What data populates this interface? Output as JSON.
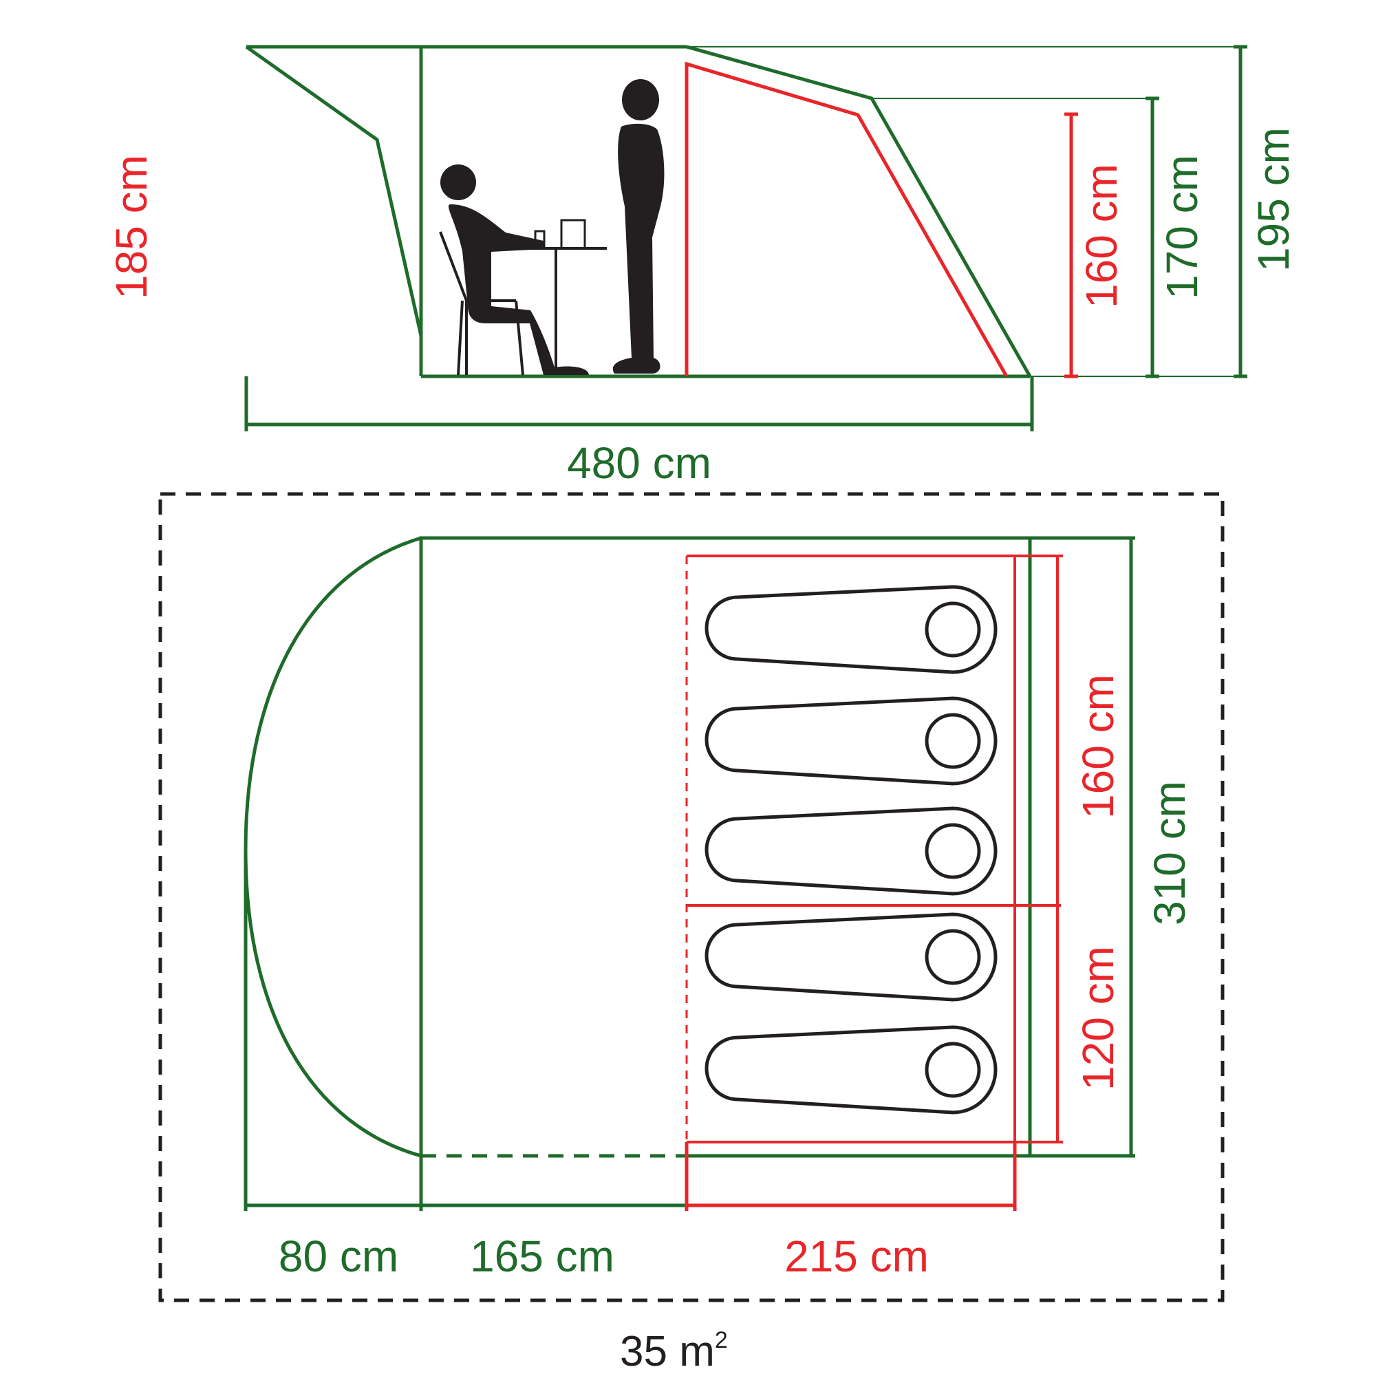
{
  "colors": {
    "outer": "#1e6b2a",
    "inner": "#e8262a",
    "figure": "#231f20",
    "footprint": "#231f20"
  },
  "side_view": {
    "length_label": "480 cm",
    "awning_height_label": "185 cm",
    "inner_height_label": "160 cm",
    "rear_height_label": "170 cm",
    "peak_height_label": "195 cm"
  },
  "floor_plan": {
    "width_label": "310 cm",
    "bedroom_1_label": "160 cm",
    "bedroom_2_label": "120 cm",
    "porch_depth_label": "80 cm",
    "living_depth_label": "165 cm",
    "bedroom_depth_label": "215 cm",
    "sleeping_bags": [
      "sleeping-bag",
      "sleeping-bag",
      "sleeping-bag",
      "sleeping-bag",
      "sleeping-bag"
    ]
  },
  "area": {
    "value": "35 m",
    "superscript": "2"
  }
}
